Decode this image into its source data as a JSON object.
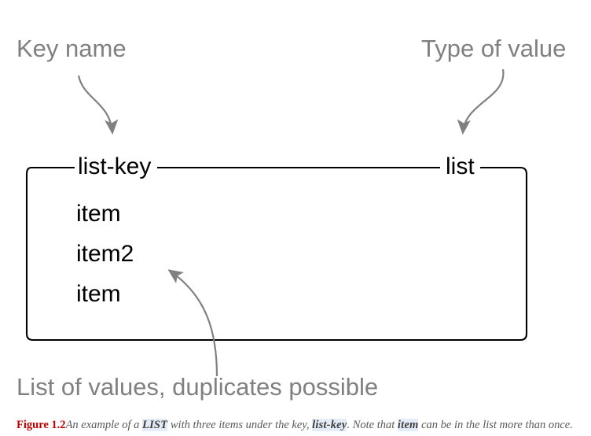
{
  "figure": {
    "annotations": {
      "key_name": "Key name",
      "type_of_value": "Type of value",
      "list_of_values": "List of values, duplicates possible"
    },
    "diagram": {
      "key_label": "list-key",
      "type_label": "list",
      "items": [
        "item",
        "item2",
        "item"
      ]
    },
    "caption": {
      "figure_number": "Figure 1.2",
      "part1": "An example of a ",
      "code1": "LIST",
      "part2": " with three items under the key, ",
      "code2": "list-key",
      "part3": ". Note that ",
      "code3": "item",
      "part4": " can be in the list more than once."
    },
    "colors": {
      "annotation_gray": "#808080",
      "diagram_black": "#000000",
      "caption_red": "#C00000",
      "caption_gray": "#595959",
      "code_highlight": "#E4ECF7",
      "background": "#FFFFFF"
    }
  }
}
